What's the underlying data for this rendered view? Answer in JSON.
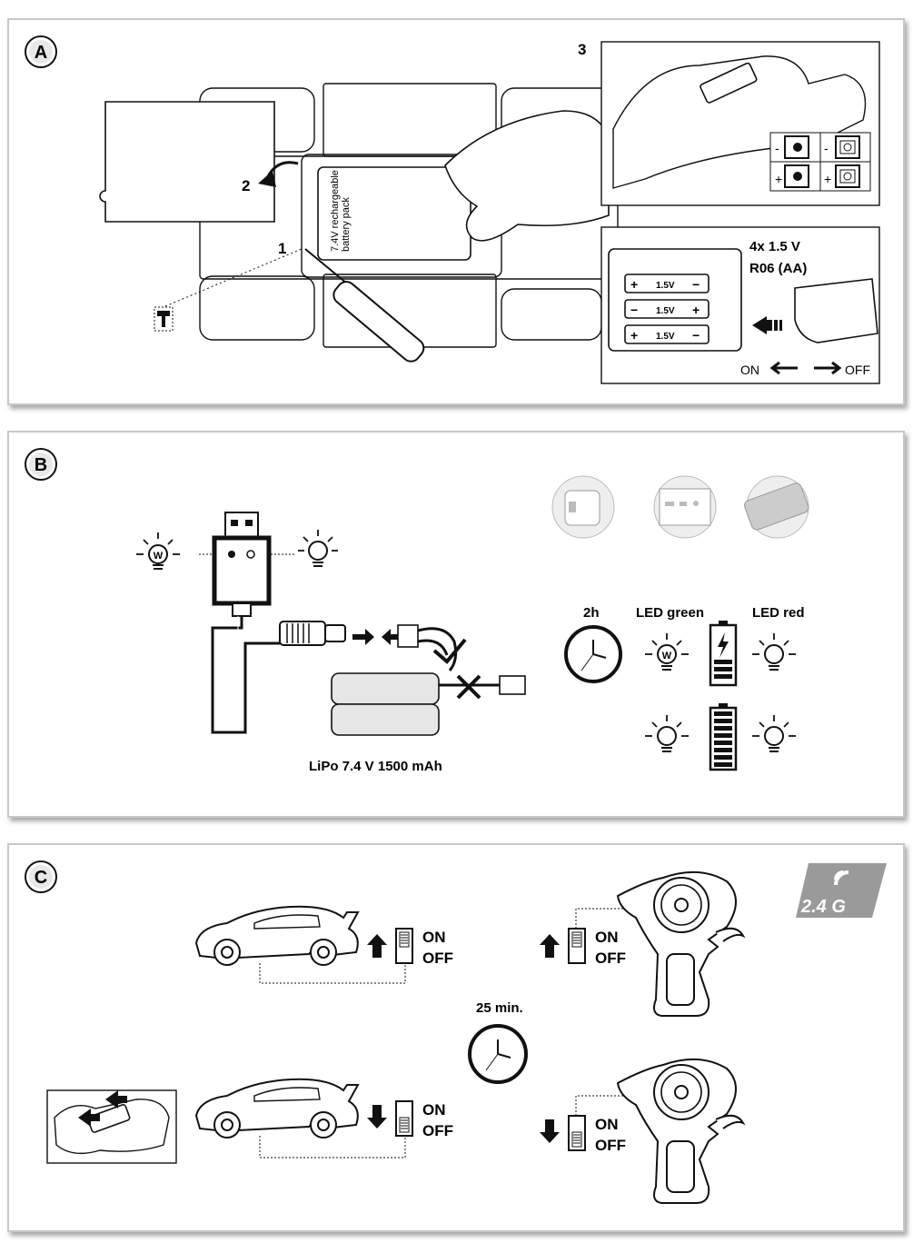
{
  "sections": {
    "a": {
      "badge": "A",
      "step1": "1",
      "step2": "2",
      "step3": "3",
      "battery_label_line1": "7.4V rechargeable",
      "battery_label_line2": "battery pack",
      "polarity_minus": "-",
      "polarity_plus": "+",
      "aa_count": "4x 1.5 V",
      "aa_type": "R06 (AA)",
      "cell_voltage": "1.5V",
      "switch_on": "ON",
      "switch_off": "OFF"
    },
    "b": {
      "badge": "B",
      "led_w": "W",
      "time": "2h",
      "led_green": "LED green",
      "led_red": "LED red",
      "battery_spec": "LiPo 7.4 V 1500 mAh"
    },
    "c": {
      "badge": "C",
      "logo_text": "2.4 G",
      "switch_on": "ON",
      "switch_off": "OFF",
      "time": "25 min."
    }
  },
  "colors": {
    "ink": "#111111",
    "panel_border": "#c8c8c8",
    "fill_grey": "#e6e6e6",
    "logo_grey": "#9a9a9a"
  },
  "icons": [
    "screw-icon",
    "screwdriver-icon",
    "hand-icon",
    "arrow-icon",
    "battery-icon",
    "usb-charger-icon",
    "lightbulb-icon",
    "clock-icon",
    "wall-adapter-icon",
    "laptop-port-icon",
    "powerbank-icon",
    "car-icon",
    "transmitter-icon",
    "switch-icon",
    "wireless-logo-icon",
    "checkmark-icon",
    "cross-icon"
  ]
}
